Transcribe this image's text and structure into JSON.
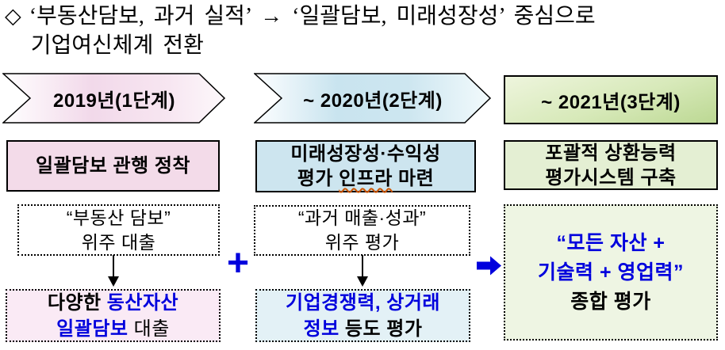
{
  "title": {
    "bullet": "◇",
    "line1": "‘부동산담보, 과거 실적’ → ‘일괄담보, 미래성장성’ 중심으로",
    "line2": "기업여신체계 전환"
  },
  "stages": [
    {
      "label": "2019년(1단계)",
      "goal": "일괄담보 관행 정착",
      "before": {
        "line1": "“부동산 담보”",
        "line2": "위주 대출"
      },
      "after": {
        "l1_black": "다양한 ",
        "l1_blue": "동산자산",
        "l2_blue": "일괄담보",
        "l2_black": " 대출"
      }
    },
    {
      "label": "~ 2020년(2단계)",
      "goal": {
        "line1": "미래성장성·수익성",
        "line2_pre": "평가 ",
        "line2_mark": "인프라",
        "line2_post": " 마련"
      },
      "before": {
        "line1": "“과거 매출·성과”",
        "line2": "위주 평가"
      },
      "after": {
        "l1_blue": "기업경쟁력, 상거래",
        "l2_blue": "정보",
        "l2_black": " 등도 평가"
      }
    },
    {
      "label": "~ 2021년(3단계)",
      "goal": {
        "line1": "포괄적 상환능력",
        "line2": "평가시스템 구축"
      },
      "result": {
        "l1_blue": "“모든 자산 +",
        "l2_blue": "기술력 + 영업력”",
        "l3_black": "종합 평가"
      }
    }
  ],
  "connectors": {
    "plus": "+"
  },
  "colors": {
    "accent_blue": "#0000dd",
    "stage1_pink": "#f3dbe9",
    "stage1_light_pink": "#faeaf5",
    "stage2_blue": "#cde5ef",
    "stage2_light_blue": "#e3f1f6",
    "stage3_green": "#e4efd3",
    "stage3_light_green": "#eef5e3"
  }
}
